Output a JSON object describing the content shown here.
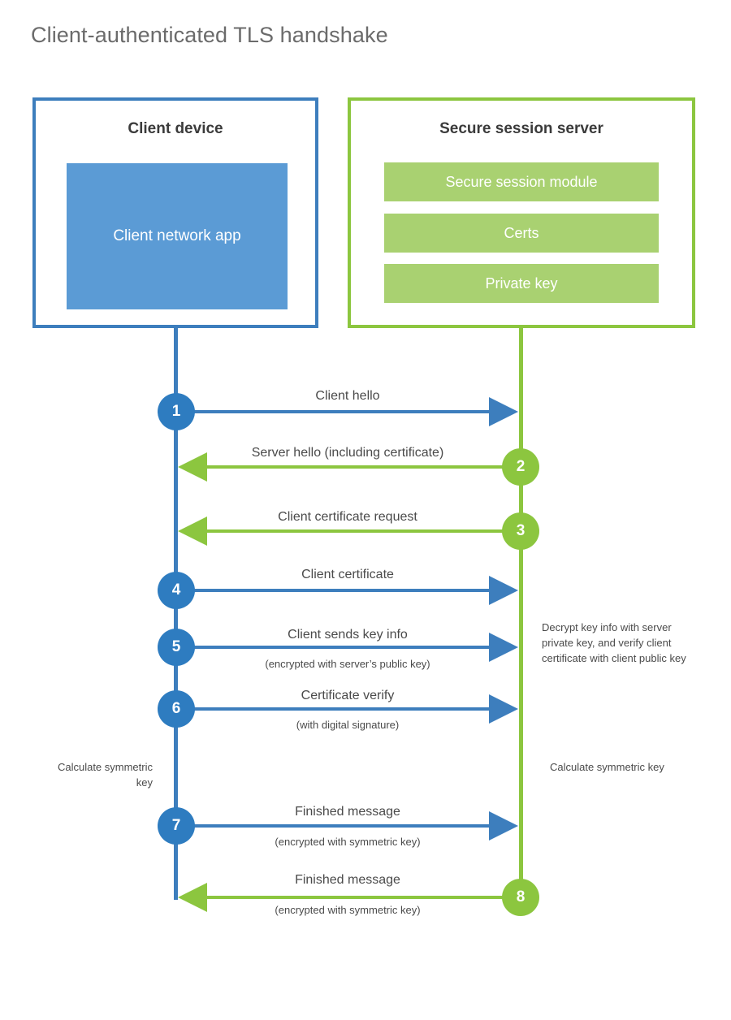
{
  "page": {
    "title": "Client-authenticated TLS handshake"
  },
  "colors": {
    "client_accent": "#3d7ebd",
    "client_fill": "#5b9bd5",
    "server_accent": "#8cc63f",
    "server_fill": "#a9d171",
    "step_blue": "#2e7cc0",
    "step_green": "#8cc63f",
    "title_text": "#6b6b6b",
    "body_text": "#4a4a4a",
    "background": "#ffffff"
  },
  "actors": {
    "client": {
      "title": "Client device",
      "components": [
        {
          "label": "Client network app"
        }
      ]
    },
    "server": {
      "title": "Secure session server",
      "components": [
        {
          "label": "Secure session module"
        },
        {
          "label": "Certs"
        },
        {
          "label": "Private key"
        }
      ]
    }
  },
  "steps": [
    {
      "number": "1",
      "label": "Client hello",
      "sub": "",
      "direction": "client-to-server",
      "color": "blue"
    },
    {
      "number": "2",
      "label": "Server hello (including certificate)",
      "sub": "",
      "direction": "server-to-client",
      "color": "green"
    },
    {
      "number": "3",
      "label": "Client certificate request",
      "sub": "",
      "direction": "server-to-client",
      "color": "green"
    },
    {
      "number": "4",
      "label": "Client certificate",
      "sub": "",
      "direction": "client-to-server",
      "color": "blue"
    },
    {
      "number": "5",
      "label": "Client sends key info",
      "sub": "(encrypted with server’s public key)",
      "direction": "client-to-server",
      "color": "blue"
    },
    {
      "number": "6",
      "label": "Certificate verify",
      "sub": "(with digital signature)",
      "direction": "client-to-server",
      "color": "blue"
    },
    {
      "number": "7",
      "label": "Finished message",
      "sub": "(encrypted with symmetric key)",
      "direction": "client-to-server",
      "color": "blue"
    },
    {
      "number": "8",
      "label": "Finished message",
      "sub": "(encrypted with symmetric key)",
      "direction": "server-to-client",
      "color": "green"
    }
  ],
  "notes": {
    "server_decrypt": "Decrypt key info with server private key, and verify client certificate with client public key",
    "client_calculate": "Calculate symmetric key",
    "server_calculate": "Calculate symmetric key"
  }
}
